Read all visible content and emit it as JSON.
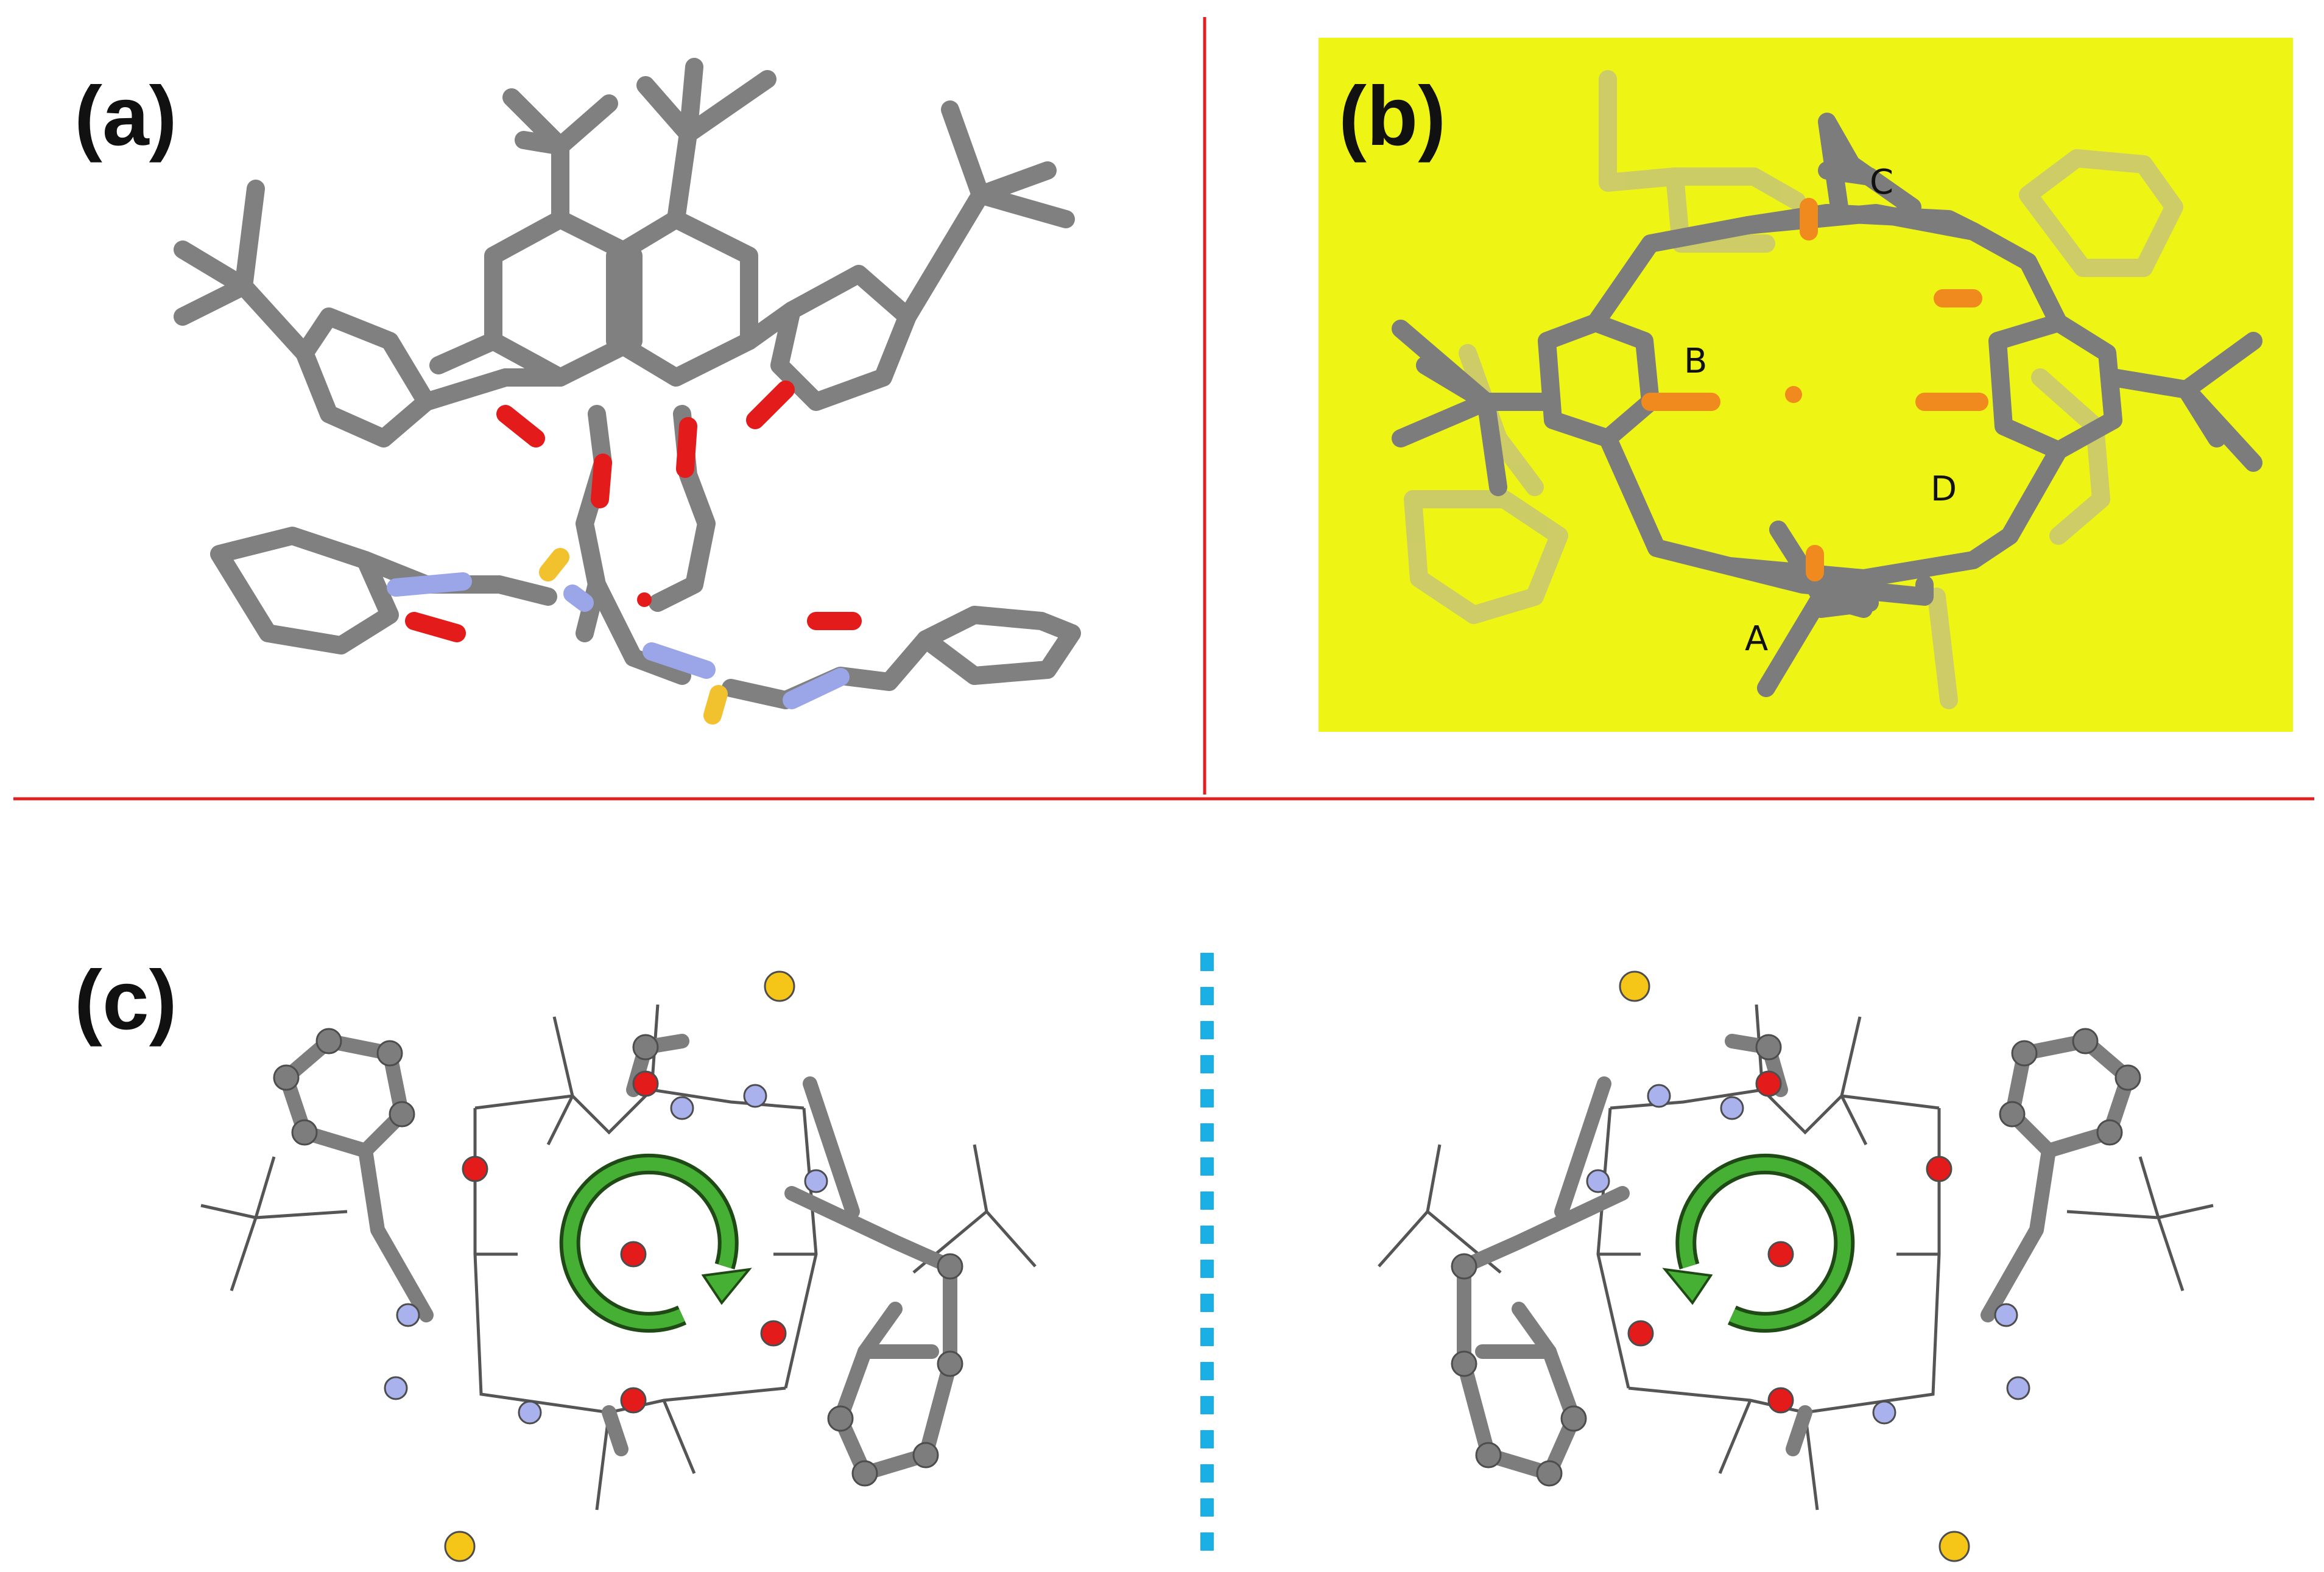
{
  "panels": [
    {
      "id": "a",
      "label": "(a)"
    },
    {
      "id": "b",
      "label": "(b)"
    },
    {
      "id": "c",
      "label": "(c)"
    }
  ],
  "ring_labels": {
    "A": "A",
    "B": "B",
    "C": "C",
    "D": "D"
  },
  "colors": {
    "divider": "#e02020",
    "panel_b_background": "#eef515",
    "carbon": "#808080",
    "oxygen": "#e31b1b",
    "nitrogen": "#9aa6e8",
    "sulfur": "#f2c12e",
    "rotation_arrow": "#46b035",
    "mirror_line": "#1ab0e6"
  }
}
